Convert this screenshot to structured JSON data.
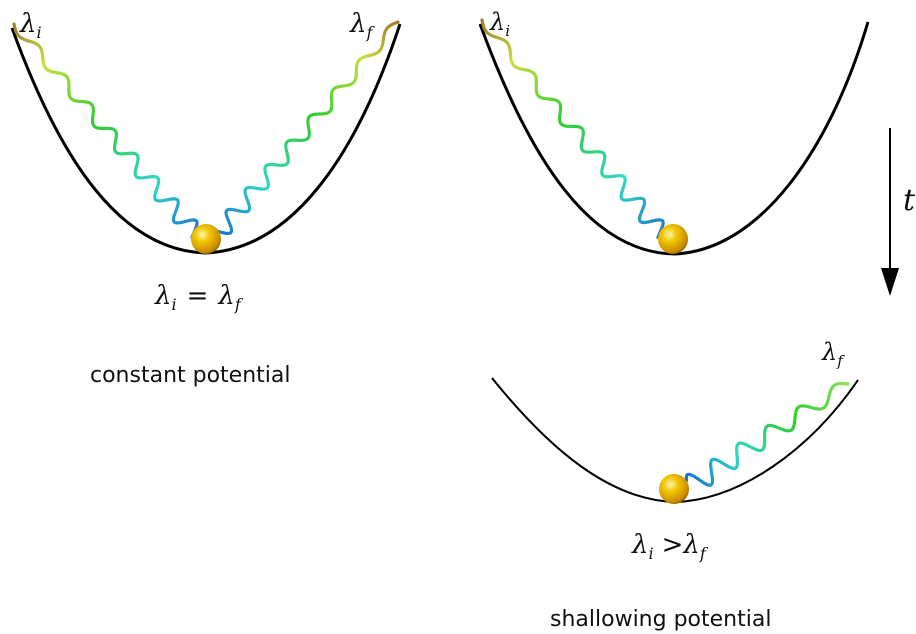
{
  "panels": {
    "constant": {
      "label_initial": "λ",
      "label_initial_sub": "i",
      "label_final": "λ",
      "label_final_sub": "f",
      "relation_lhs": "λ",
      "relation_lhs_sub": "i",
      "relation_op": "=",
      "relation_rhs": "λ",
      "relation_rhs_sub": "f",
      "caption": "constant potential"
    },
    "shallowing_top": {
      "label_initial": "λ",
      "label_initial_sub": "i"
    },
    "shallowing_bottom": {
      "label_final": "λ",
      "label_final_sub": "f",
      "relation_lhs": "λ",
      "relation_lhs_sub": "i",
      "relation_op": ">",
      "relation_rhs": "λ",
      "relation_rhs_sub": "f",
      "caption": "shallowing potential"
    }
  },
  "time_axis": {
    "label": "t"
  },
  "colors": {
    "potential": "#000000",
    "ball": "#e8b400",
    "wave_start": "#a07a30",
    "wave_mid": "#33cc33",
    "wave_end": "#1a6fc8"
  },
  "icons": {
    "ball": "sphere-icon",
    "arrow": "arrow-down-icon"
  }
}
